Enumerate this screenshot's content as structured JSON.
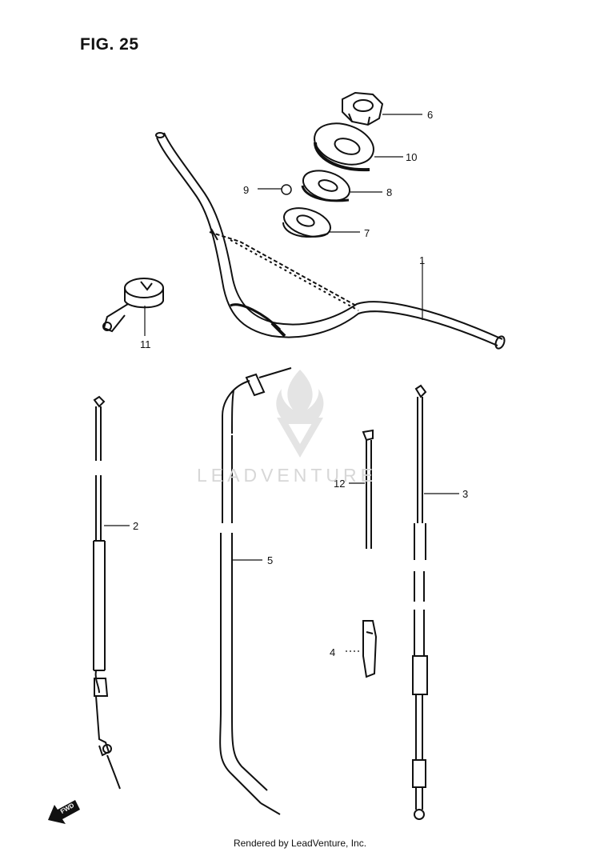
{
  "figure": {
    "title": "FIG. 25"
  },
  "callouts": [
    {
      "id": "part-1",
      "label": "1"
    },
    {
      "id": "part-2",
      "label": "2"
    },
    {
      "id": "part-3",
      "label": "3"
    },
    {
      "id": "part-4",
      "label": "4"
    },
    {
      "id": "part-5",
      "label": "5"
    },
    {
      "id": "part-6",
      "label": "6"
    },
    {
      "id": "part-7",
      "label": "7"
    },
    {
      "id": "part-8",
      "label": "8"
    },
    {
      "id": "part-9",
      "label": "9"
    },
    {
      "id": "part-10",
      "label": "10"
    },
    {
      "id": "part-11",
      "label": "11"
    },
    {
      "id": "part-12",
      "label": "12"
    }
  ],
  "watermark": {
    "text": "LEADVENTURE"
  },
  "direction_marker": {
    "text": "FWD"
  },
  "footer": {
    "text": "Rendered by LeadVenture, Inc."
  }
}
